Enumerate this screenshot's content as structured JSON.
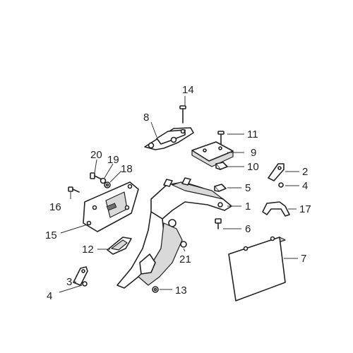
{
  "diagram": {
    "callouts": [
      {
        "id": "c14",
        "text": "14"
      },
      {
        "id": "c8",
        "text": "8"
      },
      {
        "id": "c11",
        "text": "11"
      },
      {
        "id": "c9",
        "text": "9"
      },
      {
        "id": "c10",
        "text": "10"
      },
      {
        "id": "c20",
        "text": "20"
      },
      {
        "id": "c19",
        "text": "19"
      },
      {
        "id": "c18",
        "text": "18"
      },
      {
        "id": "c2",
        "text": "2"
      },
      {
        "id": "c4a",
        "text": "4"
      },
      {
        "id": "c5",
        "text": "5"
      },
      {
        "id": "c1",
        "text": "1"
      },
      {
        "id": "c16",
        "text": "16"
      },
      {
        "id": "c17",
        "text": "17"
      },
      {
        "id": "c6",
        "text": "6"
      },
      {
        "id": "c15",
        "text": "15"
      },
      {
        "id": "c12",
        "text": "12"
      },
      {
        "id": "c7",
        "text": "7"
      },
      {
        "id": "c21",
        "text": "21"
      },
      {
        "id": "c3",
        "text": "3"
      },
      {
        "id": "c4b",
        "text": "4"
      },
      {
        "id": "c13",
        "text": "13"
      }
    ]
  }
}
